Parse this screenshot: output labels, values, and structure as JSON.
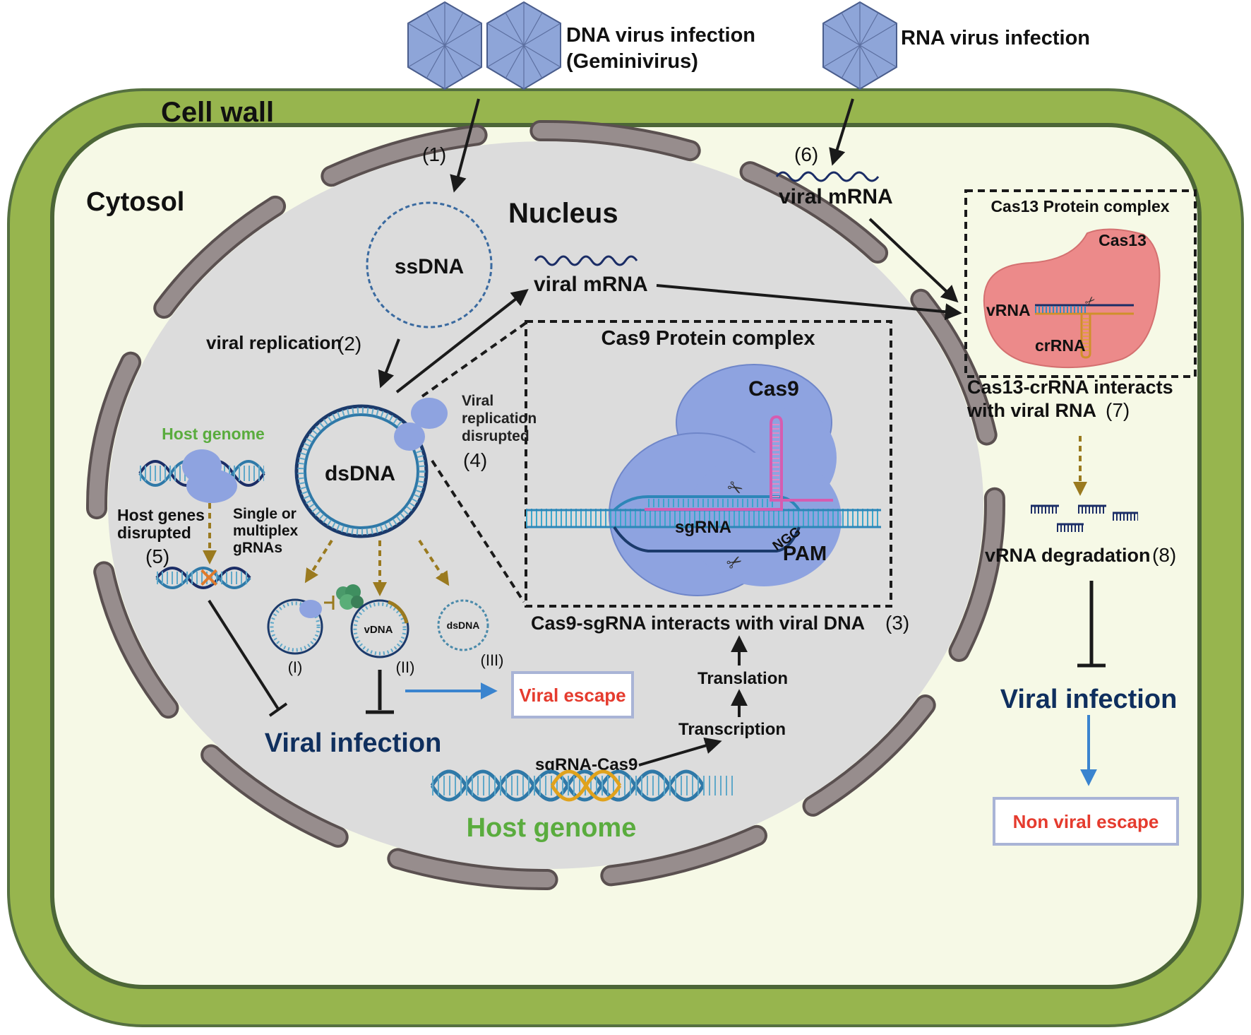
{
  "colors": {
    "cell_wall": "#97b54e",
    "cell_wall_edge": "#557040",
    "cytosol": "#f6f9e6",
    "nucleus": "#dcdcdc",
    "envelope": "#8f8585",
    "virus": "#8ea5d8",
    "protein_blue": "#8ea3e0",
    "cas13": "#ec8a8a",
    "arrow": "#1a1a1a",
    "dashed_arrow": "#9a7a1f",
    "navy_text": "#0f2f5e",
    "green_text": "#5aac3e",
    "red_text": "#e53b2e",
    "blue_arrow": "#3a84cf"
  },
  "labels": {
    "dna_virus_line1": "DNA virus infection",
    "dna_virus_line2": "(Geminivirus)",
    "rna_virus": "RNA virus infection",
    "cell_wall": "Cell wall",
    "cytosol": "Cytosol",
    "nucleus": "Nucleus",
    "step1": "(1)",
    "ssdna": "ssDNA",
    "viral_replication": "viral replication",
    "step2": "(2)",
    "dsdna": "dsDNA",
    "viral_mrna_nucleus": "viral mRNA",
    "viral_rep_disrupted_1": "Viral",
    "viral_rep_disrupted_2": "replication",
    "viral_rep_disrupted_3": "disrupted",
    "step4": "(4)",
    "host_genome_small": "Host genome",
    "host_genes_disrupted_1": "Host genes",
    "host_genes_disrupted_2": "disrupted",
    "step5": "(5)",
    "single_multiplex_1": "Single or",
    "single_multiplex_2": "multiplex",
    "single_multiplex_3": "gRNAs",
    "roman1": "(I)",
    "roman2": "(II)",
    "roman3": "(III)",
    "vdna": "vDNA",
    "dsdna_small": "dsDNA",
    "viral_escape": "Viral escape",
    "viral_infection_left": "Viral infection",
    "cas9_complex_title": "Cas9 Protein complex",
    "cas9": "Cas9",
    "sgrna": "sgRNA",
    "ngg": "NGG",
    "pam": "PAM",
    "cas9_interacts": "Cas9-sgRNA interacts with viral DNA",
    "step3": "(3)",
    "translation": "Translation",
    "transcription": "Transcription",
    "sgrna_cas9": "sgRNA-Cas9",
    "host_genome_big": "Host genome",
    "step6": "(6)",
    "viral_mrna_cytosol": "viral mRNA",
    "cas13_complex_title": "Cas13 Protein complex",
    "cas13": "Cas13",
    "vrna": "vRNA",
    "crrna": "crRNA",
    "cas13_interacts_1": "Cas13-crRNA interacts",
    "cas13_interacts_2": "with viral RNA",
    "step7": "(7)",
    "vrna_degradation": "vRNA degradation",
    "step8": "(8)",
    "viral_infection_right": "Viral infection",
    "non_viral_escape": "Non viral escape"
  }
}
